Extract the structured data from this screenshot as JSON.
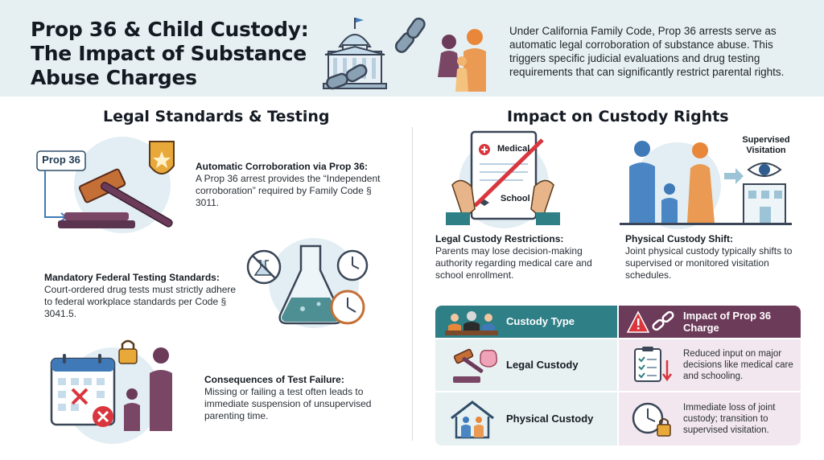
{
  "header": {
    "title": "Prop 36 & Child Custody: The Impact of Substance Abuse Charges",
    "intro": "Under California Family Code, Prop 36 arrests serve as automatic legal corroboration of substance abuse. This triggers specific judicial evaluations and drug testing requirements that can significantly restrict parental rights."
  },
  "left": {
    "title": "Legal Standards & Testing",
    "badge": "Prop 36",
    "items": [
      {
        "heading": "Automatic Corroboration via Prop 36:",
        "body": "A Prop 36 arrest provides the “Independent corroboration” required by Family Code § 3011."
      },
      {
        "heading": "Mandatory Federal Testing Standards:",
        "body": "Court-ordered drug tests must strictly adhere to federal workplace standards per Code § 3041.5."
      },
      {
        "heading": "Consequences of Test Failure:",
        "body": "Missing or failing a test often leads to immediate suspension of unsupervised parenting time."
      }
    ]
  },
  "right": {
    "title": "Impact on Custody Rights",
    "doc_labels": {
      "medical": "Medical",
      "school": "School"
    },
    "supervised_label": "Supervised Visitation",
    "items": [
      {
        "heading": "Legal Custody Restrictions:",
        "body": "Parents may lose decision-making authority regarding medical care and school enrollment."
      },
      {
        "heading": "Physical Custody Shift:",
        "body": "Joint physical custody typically shifts to supervised or monitored visitation schedules."
      }
    ]
  },
  "table": {
    "col1": "Custody Type",
    "col2": "Impact of Prop 36 Charge",
    "rows": [
      {
        "type": "Legal Custody",
        "impact": "Reduced input on major decisions like medical care and schooling."
      },
      {
        "type": "Physical Custody",
        "impact": "Immediate loss of joint custody; transition to supervised visitation."
      }
    ]
  },
  "colors": {
    "teal": "#2f7f86",
    "plum": "#6c3b5a",
    "orange": "#e8873a",
    "blue": "#3f79b8",
    "red": "#d9363e"
  }
}
